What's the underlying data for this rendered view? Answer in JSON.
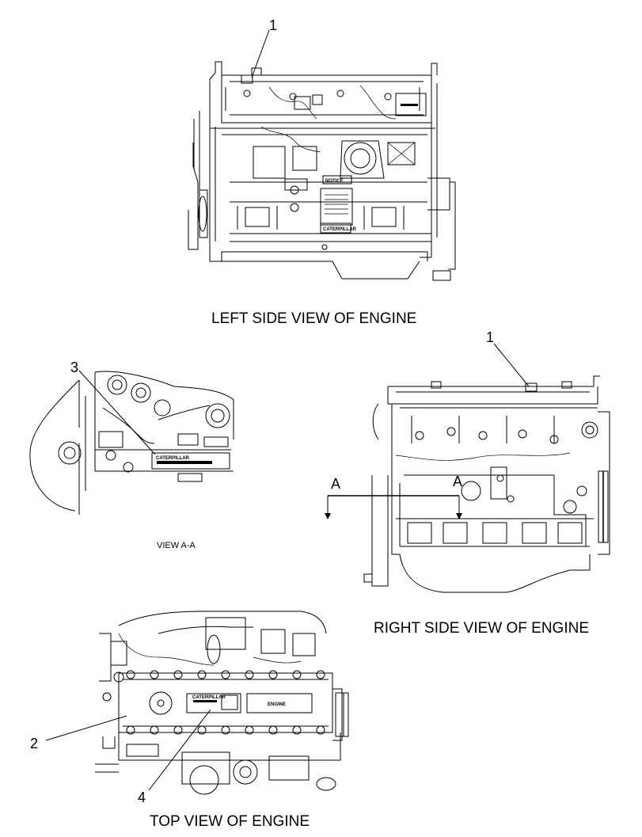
{
  "views": {
    "left_side": {
      "title": "LEFT SIDE VIEW OF ENGINE",
      "notice_label": "NOTICE",
      "plate_label": "CATERPILLAR"
    },
    "right_side": {
      "title": "RIGHT SIDE VIEW OF ENGINE",
      "section_marker_left": "A",
      "section_marker_right": "A"
    },
    "view_aa": {
      "title": "VIEW A-A",
      "plate_label": "CATERPILLAR"
    },
    "top": {
      "title": "TOP VIEW OF ENGINE",
      "plate_label": "CATERPILLAR",
      "film_label": "ENGINE"
    }
  },
  "callouts": {
    "c1_left": "1",
    "c1_right": "1",
    "c2": "2",
    "c3": "3",
    "c4": "4"
  }
}
